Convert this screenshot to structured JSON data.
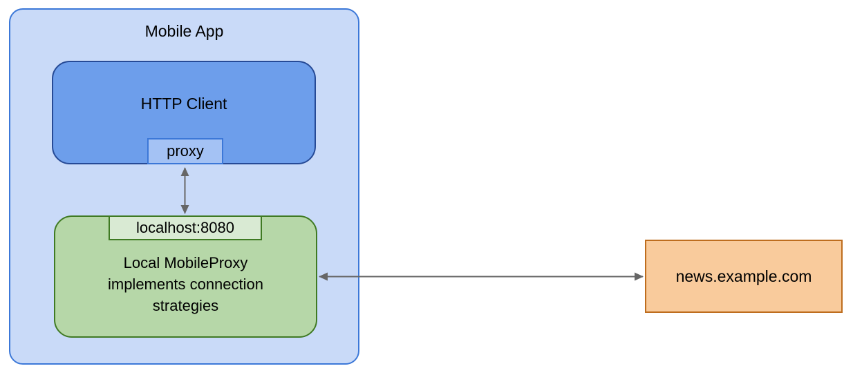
{
  "colors": {
    "page-bg": "#FFFFFF",
    "text": "#000000",
    "app-fill": "#C9DAF8",
    "app-border": "#3C78D8",
    "client-fill": "#6D9EEB",
    "client-border": "#264A96",
    "port-fill": "#A4C2F4",
    "port-border": "#3C78D8",
    "proxy-fill": "#B6D7A8",
    "proxy-border": "#3F7A23",
    "listen-fill": "#D9EAD3",
    "listen-border": "#3F7A23",
    "server-fill": "#F9CB9C",
    "server-border": "#BE6D1E",
    "arrow": "#666666"
  },
  "mobile_app": {
    "label": "Mobile App",
    "http_client": {
      "label": "HTTP Client",
      "proxy_port": {
        "label": "proxy"
      }
    },
    "mobile_proxy": {
      "listen_port": {
        "label": "localhost:8080"
      },
      "description_lines": [
        "Local MobileProxy",
        "implements connection",
        "strategies"
      ]
    }
  },
  "server": {
    "label": "news.example.com"
  }
}
